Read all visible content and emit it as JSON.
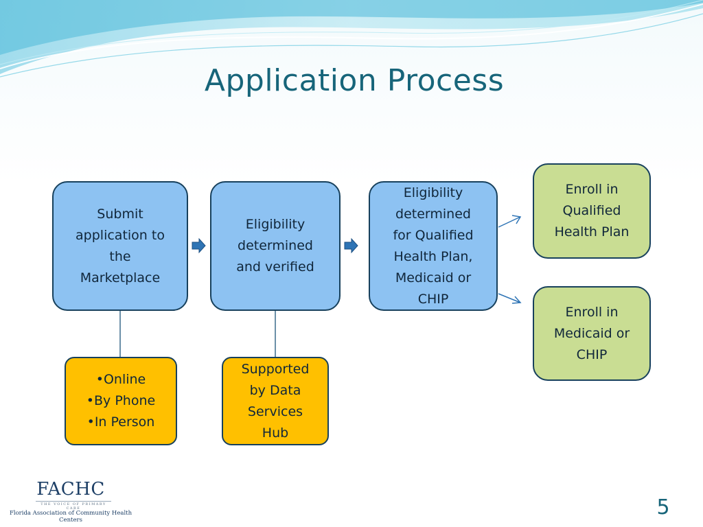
{
  "slide": {
    "title": "Application Process",
    "page_number": "5"
  },
  "flow": {
    "submit": [
      "Submit",
      "application to",
      "the",
      "Marketplace"
    ],
    "eligibility_verified": [
      "Eligibility",
      "determined",
      "and verified"
    ],
    "eligibility_plans": [
      "Eligibility",
      "determined",
      "for Qualified",
      "Health Plan,",
      "Medicaid or",
      "CHIP"
    ],
    "enroll_qhp": [
      "Enroll in",
      "Qualified",
      "Health Plan"
    ],
    "enroll_medicaid": [
      "Enroll in",
      "Medicaid or",
      "CHIP"
    ],
    "methods": [
      "•Online",
      "•By Phone",
      "•In Person"
    ],
    "data_hub": [
      "Supported",
      "by Data",
      "Services",
      "Hub"
    ]
  },
  "logo": {
    "name": "FACHC",
    "tagline": "THE VOICE OF PRIMARY CARE",
    "full_name": "Florida Association of Community Health Centers"
  },
  "colors": {
    "title": "#17657a",
    "process_box": "#8dc2f2",
    "outcome_box": "#c9dd93",
    "detail_box": "#ffc000",
    "border": "#17405c"
  }
}
